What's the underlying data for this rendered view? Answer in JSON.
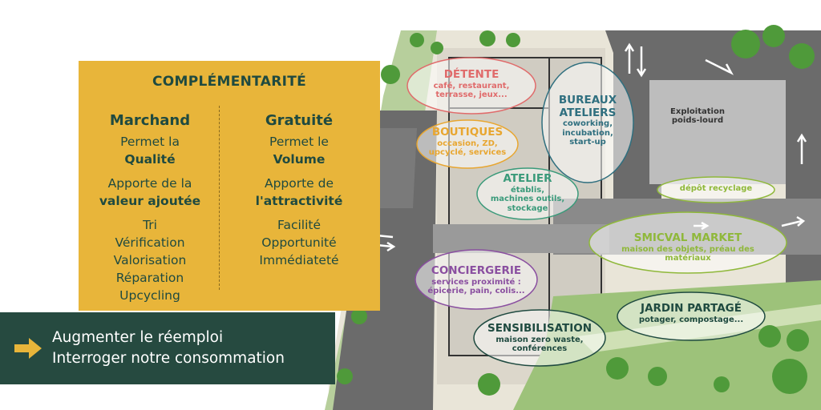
{
  "panel": {
    "title": "COMPLÉMENTARITÉ",
    "left_column": {
      "heading": "Marchand",
      "line1": "Permet la",
      "line1_bold": "Qualité",
      "line2": "Apporte de la",
      "line2_bold": "valeur ajoutée",
      "items": [
        "Tri",
        "Vérification",
        "Valorisation",
        "Réparation",
        "Upcycling"
      ]
    },
    "right_column": {
      "heading": "Gratuité",
      "line1": "Permet le",
      "line1_bold": "Volume",
      "line2": "Apporte de",
      "line2_bold": "l'attractivité",
      "items": [
        "Facilité",
        "Opportunité",
        "Immédiateté"
      ]
    }
  },
  "banner": {
    "line1": "Augmenter le réemploi",
    "line2": "Interroger notre consommation",
    "accent": "#e8b53a"
  },
  "zones": {
    "detente": {
      "title": "DÉTENTE",
      "subtitle1": "café, restaurant,",
      "subtitle2": "terrasse, jeux...",
      "color": "#e06b6b"
    },
    "boutiques": {
      "title": "BOUTIQUES",
      "subtitle1": "occasion, ZD,",
      "subtitle2": "upcyclé, services",
      "color": "#e8a630"
    },
    "bureaux": {
      "title1": "BUREAUX",
      "title2": "ATELIERS",
      "subtitle1": "coworking,",
      "subtitle2": "incubation,",
      "subtitle3": "start-up",
      "color": "#2f6f7f"
    },
    "atelier": {
      "title": "ATELIER",
      "subtitle1": "établis,",
      "subtitle2": "machines outils,",
      "subtitle3": "stockage",
      "color": "#3a9a7a"
    },
    "depot": {
      "title": "dépôt recyclage",
      "color": "#8fb83a"
    },
    "market": {
      "title": "SMICVAL MARKET",
      "subtitle1": "maison des objets, préau des",
      "subtitle2": "matériaux",
      "color": "#8fb83a"
    },
    "conciergerie": {
      "title": "CONCIERGERIE",
      "subtitle1": "services proximité :",
      "subtitle2": "épicerie, pain, colis...",
      "color": "#8a4fa0"
    },
    "sensibilisation": {
      "title": "SENSIBILISATION",
      "subtitle1": "maison zero waste,",
      "subtitle2": "conférences",
      "color": "#1f4a40"
    },
    "jardin": {
      "title": "JARDIN PARTAGÉ",
      "subtitle": "potager, compostage...",
      "color": "#1f4a40"
    },
    "exploitation": {
      "line1": "Exploitation",
      "line2": "poids-lourd"
    }
  }
}
